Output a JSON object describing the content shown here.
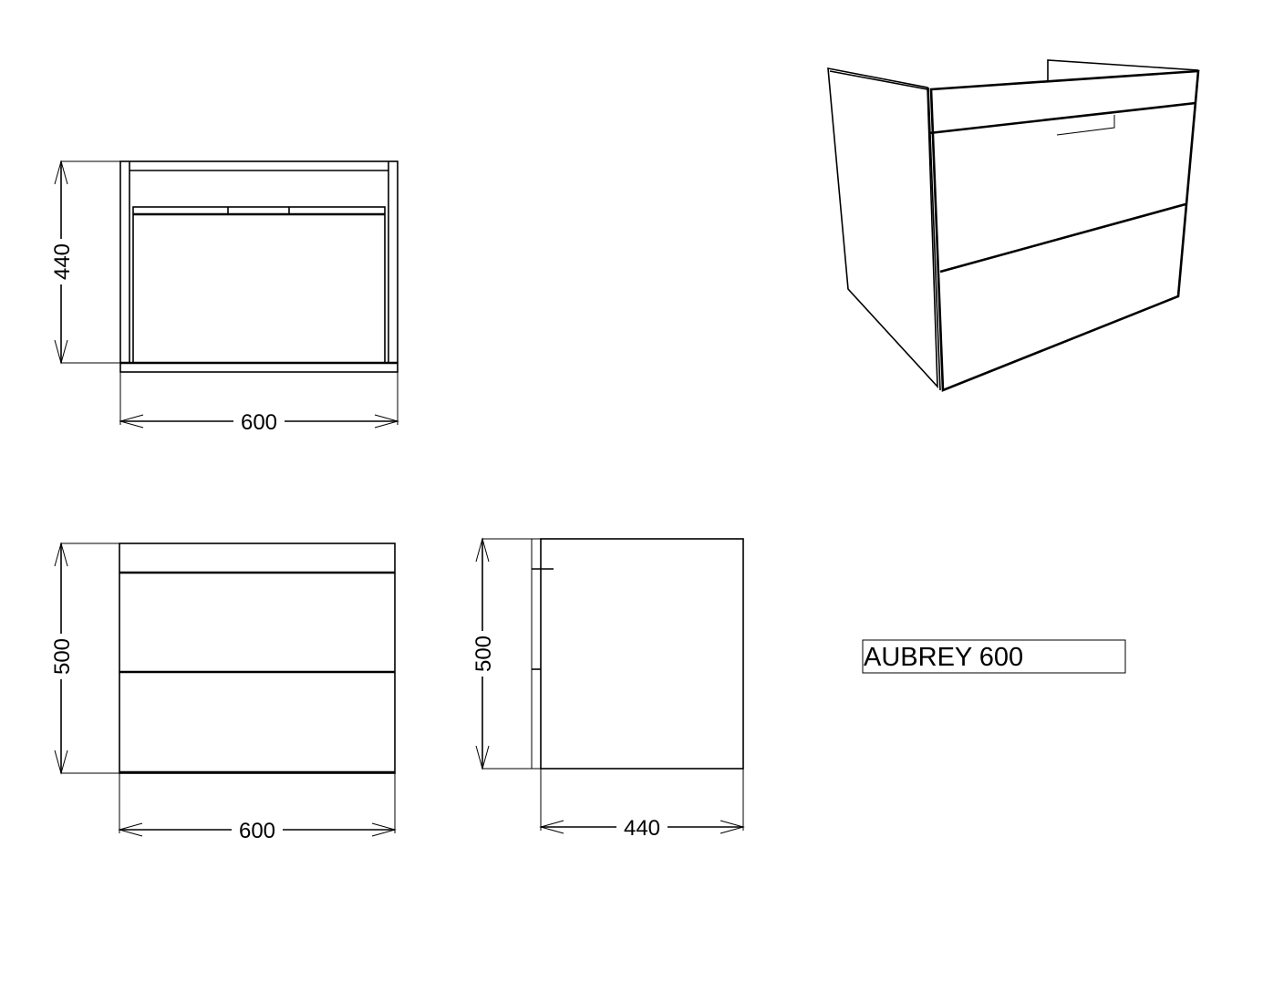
{
  "title": "AUBREY 600",
  "top_view": {
    "width_label": "600",
    "depth_label": "440"
  },
  "front_view": {
    "width_label": "600",
    "height_label": "500"
  },
  "side_view": {
    "depth_label": "440",
    "height_label": "500"
  },
  "colors": {
    "line": "#000000",
    "background": "#ffffff"
  }
}
